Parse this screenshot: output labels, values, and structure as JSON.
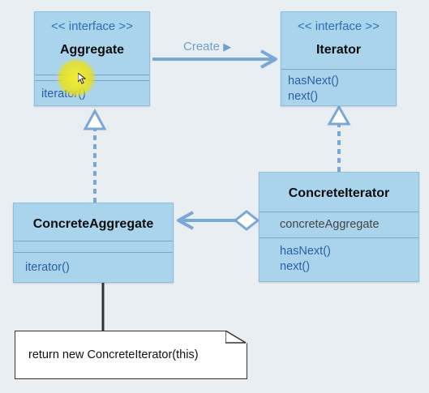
{
  "aggregate": {
    "stereotype": "<< interface >>",
    "name": "Aggregate",
    "methods": [
      "iterator()"
    ]
  },
  "iterator": {
    "stereotype": "<< interface >>",
    "name": "Iterator",
    "methods": [
      "hasNext()",
      "next()"
    ]
  },
  "concrete_aggregate": {
    "name": "ConcreteAggregate",
    "methods": [
      "iterator()"
    ]
  },
  "concrete_iterator": {
    "name": "ConcreteIterator",
    "attributes": [
      "concreteAggregate"
    ],
    "methods": [
      "hasNext()",
      "next()"
    ]
  },
  "create_label": "Create",
  "create_arrow_glyph": "▶",
  "note_text": "return new ConcreteIterator(this)",
  "colors": {
    "box_fill": "#a9d4ec",
    "line_blue": "#6c9fd0",
    "stereotype_blue": "#2f6fb4",
    "cursor_yellow": "#f2ea28"
  }
}
